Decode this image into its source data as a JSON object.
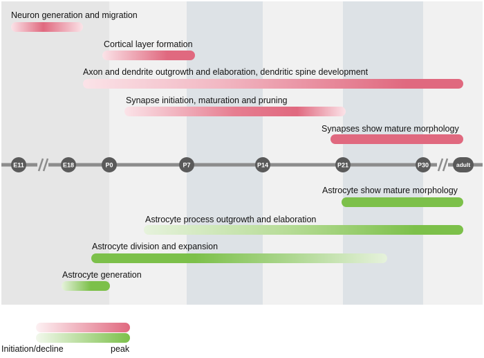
{
  "colors": {
    "neuron_peak": "#e0697f",
    "neuron_fade": "#fbe3e8",
    "astro_peak": "#7cc04a",
    "astro_fade": "#e6f2dc",
    "axis": "#8c8c8c",
    "marker": "#5a5a5a",
    "band_dark": "#e6e6e6",
    "band_light": "#f1f1f1",
    "band_blue": "#dde2e6"
  },
  "timeline": {
    "markers": [
      {
        "id": "e11",
        "label": "E11"
      },
      {
        "id": "e18",
        "label": "E18"
      },
      {
        "id": "p0",
        "label": "P0"
      },
      {
        "id": "p7",
        "label": "P7"
      },
      {
        "id": "p14",
        "label": "P14"
      },
      {
        "id": "p21",
        "label": "P21"
      },
      {
        "id": "p30",
        "label": "P30"
      },
      {
        "id": "adult",
        "label": "adult"
      }
    ],
    "breaks": [
      "E11-E18",
      "P30-adult"
    ]
  },
  "bars": [
    {
      "id": "neuron-generation-and-migration",
      "label": "Neuron generation and migration",
      "group": "neuron",
      "profile": "rise-fall"
    },
    {
      "id": "cortical-layer-formation",
      "label": "Cortical layer formation",
      "group": "neuron",
      "profile": "rise-peak"
    },
    {
      "id": "axon-dendrite-outgrowth",
      "label": "Axon and dendrite outgrowth and elaboration, dendritic spine development",
      "group": "neuron",
      "profile": "rise-peak"
    },
    {
      "id": "synapse-initiation-maturation-pruning",
      "label": "Synapse initiation, maturation and pruning",
      "group": "neuron",
      "profile": "rise-peak-fall"
    },
    {
      "id": "synapses-mature-morphology",
      "label": "Synapses show mature morphology",
      "group": "neuron",
      "profile": "peak"
    },
    {
      "id": "astrocyte-mature-morphology",
      "label": "Astrocyte show mature morphology",
      "group": "astro",
      "profile": "peak"
    },
    {
      "id": "astrocyte-process-outgrowth",
      "label": "Astrocyte process outgrowth and elaboration",
      "group": "astro",
      "profile": "rise-peak"
    },
    {
      "id": "astrocyte-division-expansion",
      "label": "Astrocyte division and expansion",
      "group": "astro",
      "profile": "peak-fall"
    },
    {
      "id": "astrocyte-generation",
      "label": "Astrocyte generation",
      "group": "astro",
      "profile": "rise-peak"
    }
  ],
  "legend": {
    "initiation_label": "Initiation/decline",
    "peak_label": "peak"
  }
}
